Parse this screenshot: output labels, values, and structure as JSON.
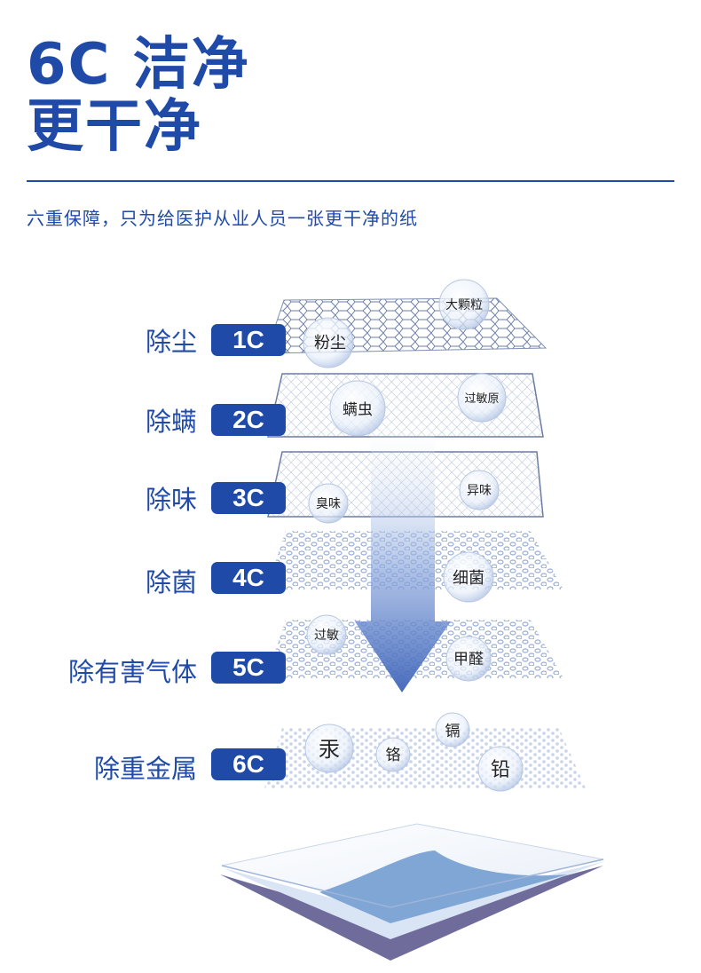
{
  "header": {
    "title_line1": "6C 洁净",
    "title_line2": "更干净",
    "subtitle": "六重保障，只为给医护从业人员一张更干净的纸"
  },
  "layers": [
    {
      "label": "除尘",
      "badge": "1C",
      "bubbles": [
        "大颗粒",
        "粉尘"
      ]
    },
    {
      "label": "除螨",
      "badge": "2C",
      "bubbles": [
        "螨虫",
        "过敏原"
      ]
    },
    {
      "label": "除味",
      "badge": "3C",
      "bubbles": [
        "臭味",
        "异味"
      ]
    },
    {
      "label": "除菌",
      "badge": "4C",
      "bubbles": [
        "细菌"
      ]
    },
    {
      "label": "除有害气体",
      "badge": "5C",
      "bubbles": [
        "过敏",
        "甲醛"
      ]
    },
    {
      "label": "除重金属",
      "badge": "6C",
      "bubbles": [
        "汞",
        "铬",
        "镉",
        "铅"
      ]
    }
  ],
  "colors": {
    "brand": "#1f4aa8",
    "arrow": "#4f74c4",
    "paper_blue": "#7fa6d4",
    "paper_dark": "#6f6c9c"
  }
}
